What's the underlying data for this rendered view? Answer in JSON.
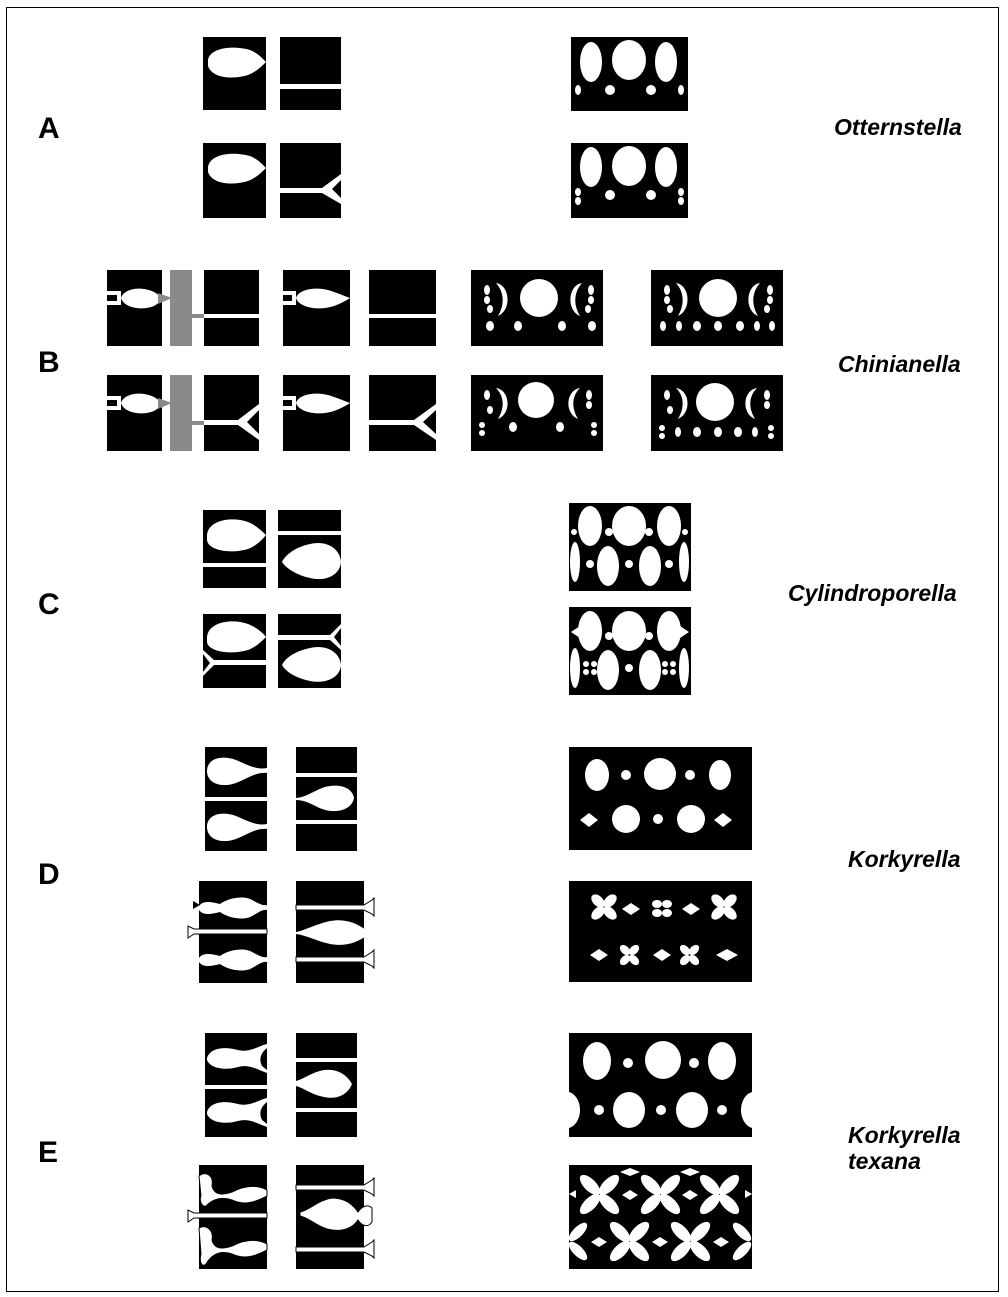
{
  "rows": [
    {
      "letter": "A",
      "genus_line1": "Otternstella",
      "genus_line2": ""
    },
    {
      "letter": "B",
      "genus_line1": "Chinianella",
      "genus_line2": ""
    },
    {
      "letter": "C",
      "genus_line1": "Cylindroporella",
      "genus_line2": ""
    },
    {
      "letter": "D",
      "genus_line1": "Korkyrella",
      "genus_line2": ""
    },
    {
      "letter": "E",
      "genus_line1": "Korkyrella",
      "genus_line2": "texana"
    }
  ],
  "colors": {
    "ink": "#000000",
    "paper": "#ffffff",
    "grey": "#8a8a8a"
  }
}
